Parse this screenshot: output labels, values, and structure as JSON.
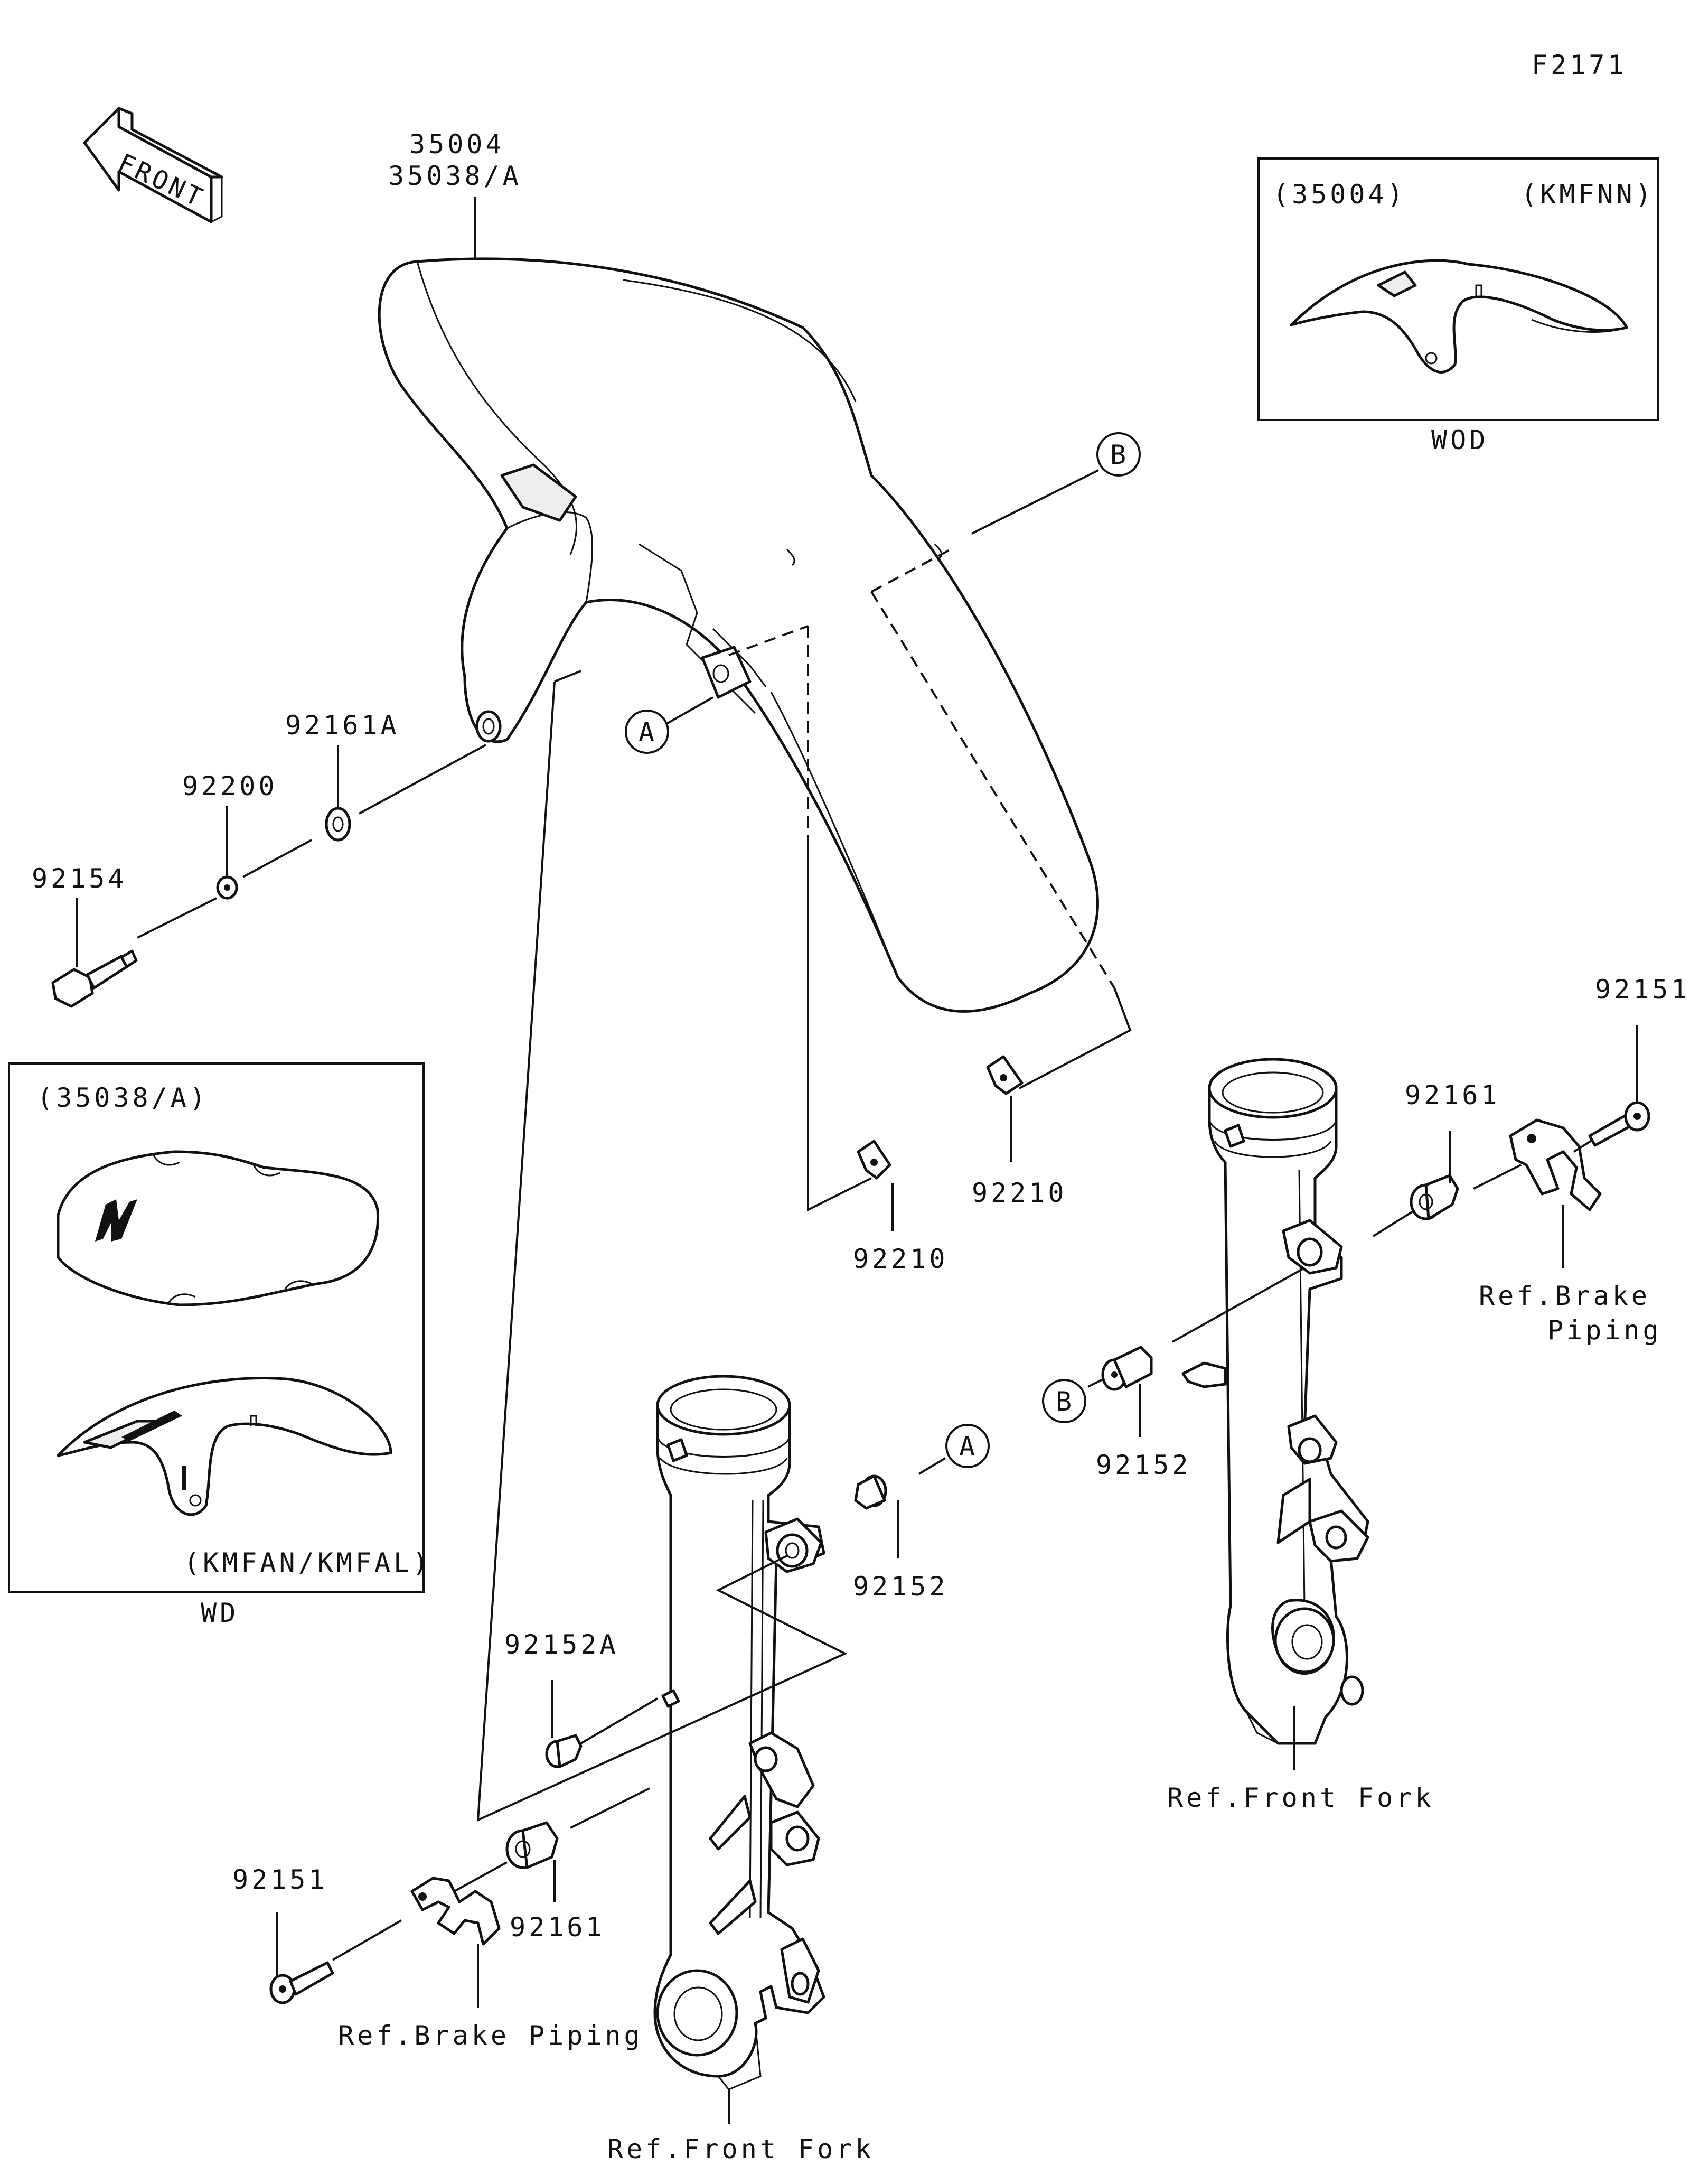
{
  "figure_id": "F2171",
  "front_arrow_label": "FRONT",
  "fender_parts": {
    "line1": "35004",
    "line2": "35038/A"
  },
  "inset_wod": {
    "header_left": "(35004)",
    "header_right": "(KMFNN)",
    "caption": "WOD"
  },
  "inset_wd": {
    "header": "(35038/A)",
    "footer": "(KMFAN/KMFAL)",
    "caption": "WD"
  },
  "callouts": {
    "a": "A",
    "b": "B"
  },
  "labels": {
    "p92161A": "92161A",
    "p92200": "92200",
    "p92154": "92154",
    "p92210_left": "92210",
    "p92210_right": "92210",
    "p92151_right": "92151",
    "p92161_right": "92161",
    "p92152_right": "92152",
    "p92152_center": "92152",
    "p92152A": "92152A",
    "p92151_left": "92151",
    "p92161_left": "92161"
  },
  "refs": {
    "brake_piping_right_1": "Ref.Brake",
    "brake_piping_right_2": "Piping",
    "front_fork_right": "Ref.Front Fork",
    "brake_piping_left": "Ref.Brake Piping",
    "front_fork_left": "Ref.Front Fork"
  }
}
